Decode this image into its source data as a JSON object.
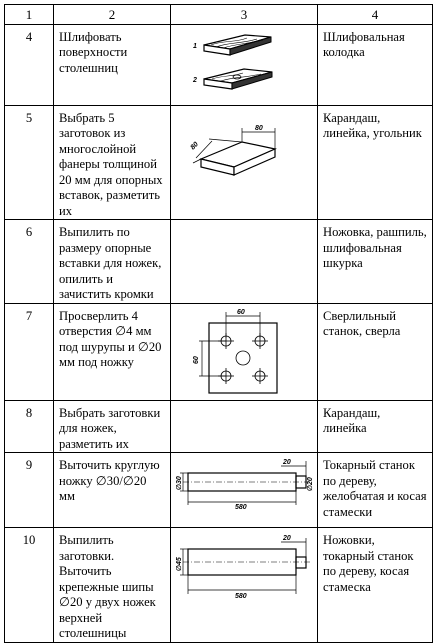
{
  "header": {
    "c1": "1",
    "c2": "2",
    "c3": "3",
    "c4": "4"
  },
  "rows": [
    {
      "num": "4",
      "task": "Шлифовать поверхности столешниц",
      "tools": "Шлифовальная колодка",
      "drawing": {
        "labels": [
          "1",
          "2"
        ]
      }
    },
    {
      "num": "5",
      "task": "Выбрать 5 заготовок из многослойной фанеры толщиной 20 мм для опорных вставок, разметить их",
      "tools": "Карандаш, линейка, угольник",
      "drawing": {
        "dim_length": "80",
        "dim_width": "80"
      }
    },
    {
      "num": "6",
      "task": "Выпилить по размеру опорные вставки для ножек, опилить и зачистить кромки",
      "tools": "Ножовка, рашпиль, шлифовальная шкурка"
    },
    {
      "num": "7",
      "task": "Просверлить 4 отверстия ∅4 мм под шурупы и ∅20 мм под ножку",
      "tools": "Сверлильный станок, сверла",
      "drawing": {
        "dim_top": "60",
        "dim_left": "60"
      }
    },
    {
      "num": "8",
      "task": "Выбрать заготовки для ножек, разметить их",
      "tools": "Карандаш, линейка"
    },
    {
      "num": "9",
      "task": "Выточить круглую ножку ∅30/∅20 мм",
      "tools": "Токарный станок по дереву, желобчатая и косая стамески",
      "drawing": {
        "dim_spigot": "20",
        "dim_length": "580",
        "dim_body": "∅30",
        "dim_pin": "∅20"
      }
    },
    {
      "num": "10",
      "task": "Выпилить заготовки. Выточить крепежные шипы ∅20 у двух ножек верхней столешницы",
      "tools": "Ножовки, токарный станок по дереву, косая стамеска",
      "drawing": {
        "dim_spigot": "20",
        "dim_length": "580",
        "dim_body": "∅45"
      }
    }
  ]
}
